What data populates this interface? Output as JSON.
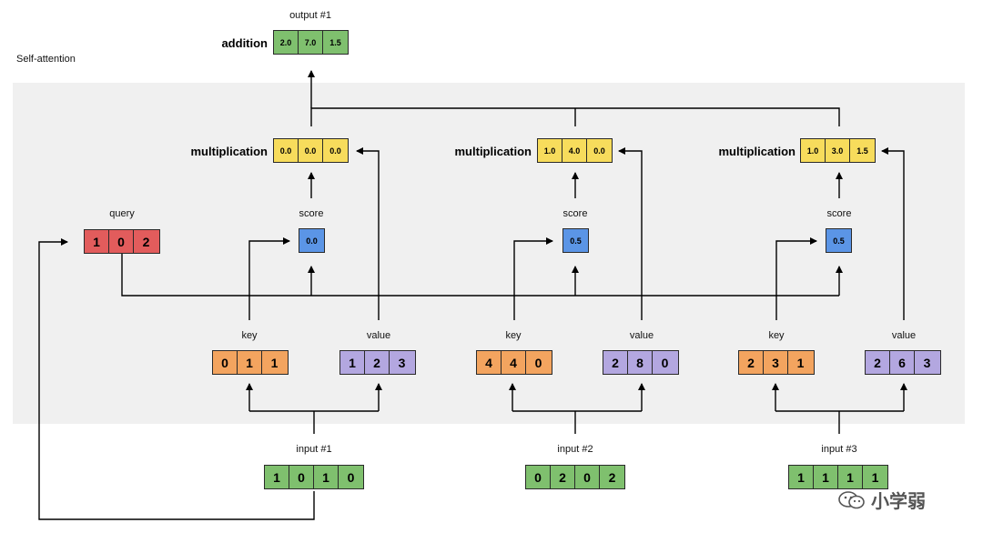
{
  "section_label": "Self-attention",
  "output": {
    "label": "output #1",
    "op_label": "addition",
    "values": [
      "2.0",
      "7.0",
      "1.5"
    ],
    "color": "#7fc06e"
  },
  "query": {
    "label": "query",
    "values": [
      "1",
      "0",
      "2"
    ],
    "color": "#e25c5c"
  },
  "columns": [
    {
      "op_label": "multiplication",
      "product": [
        "0.0",
        "0.0",
        "0.0"
      ],
      "score_label": "score",
      "score": "0.0",
      "key_label": "key",
      "key": [
        "0",
        "1",
        "1"
      ],
      "value_label": "value",
      "value": [
        "1",
        "2",
        "3"
      ],
      "input_label": "input #1",
      "input": [
        "1",
        "0",
        "1",
        "0"
      ]
    },
    {
      "op_label": "multiplication",
      "product": [
        "1.0",
        "4.0",
        "0.0"
      ],
      "score_label": "score",
      "score": "0.5",
      "key_label": "key",
      "key": [
        "4",
        "4",
        "0"
      ],
      "value_label": "value",
      "value": [
        "2",
        "8",
        "0"
      ],
      "input_label": "input #2",
      "input": [
        "0",
        "2",
        "0",
        "2"
      ]
    },
    {
      "op_label": "multiplication",
      "product": [
        "1.0",
        "3.0",
        "1.5"
      ],
      "score_label": "score",
      "score": "0.5",
      "key_label": "key",
      "key": [
        "2",
        "3",
        "1"
      ],
      "value_label": "value",
      "value": [
        "2",
        "6",
        "3"
      ],
      "input_label": "input #3",
      "input": [
        "1",
        "1",
        "1",
        "1"
      ]
    }
  ],
  "colors": {
    "input": "#7fc06e",
    "key": "#f3a45f",
    "value": "#b3a7e0",
    "query": "#e25c5c",
    "product": "#f7dc5c",
    "score": "#5b95e6",
    "panel": "#f0f0f0"
  },
  "watermark": {
    "text": "小学弱",
    "icon": "wechat-icon"
  }
}
